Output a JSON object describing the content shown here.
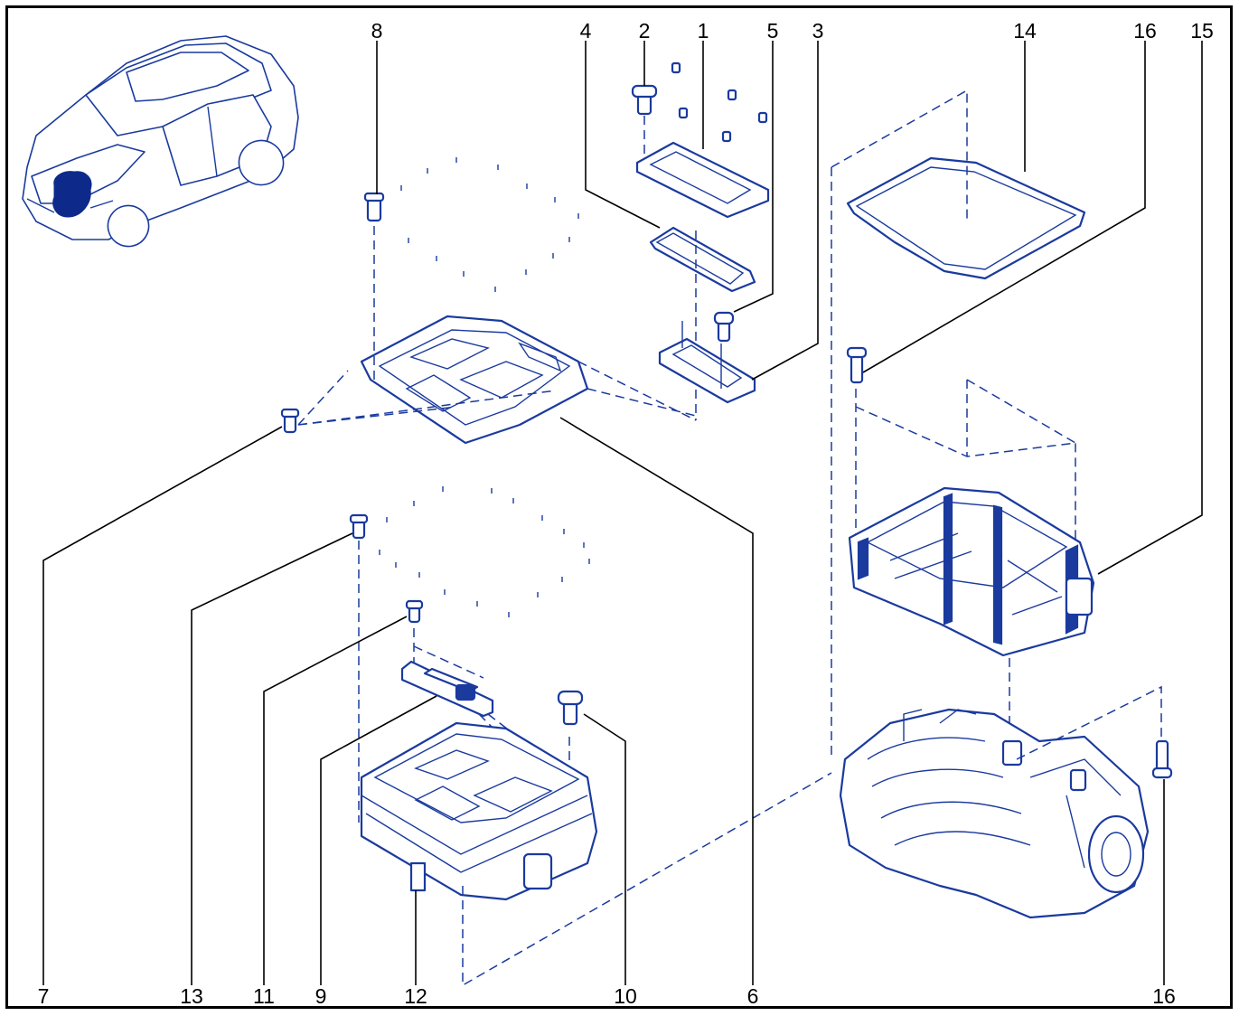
{
  "diagram": {
    "labels": {
      "p1": "1",
      "p2": "2",
      "p3": "3",
      "p4": "4",
      "p5": "5",
      "p6": "6",
      "p7": "7",
      "p8": "8",
      "p9": "9",
      "p10": "10",
      "p11": "11",
      "p12": "12",
      "p13": "13",
      "p14": "14",
      "p15": "15",
      "p16_top": "16",
      "p16_bottom": "16"
    },
    "colors": {
      "line": "#1a3a9e",
      "frame": "#000000",
      "highlight": "#0d2a8a"
    },
    "icons": [
      "car-locator-icon",
      "bolt-icon",
      "cover-plate-icon",
      "gasket-icon",
      "connector-cover-icon",
      "inverter-housing-icon",
      "power-electronics-frame-icon",
      "motor-gearbox-icon",
      "fuse-icon"
    ]
  }
}
